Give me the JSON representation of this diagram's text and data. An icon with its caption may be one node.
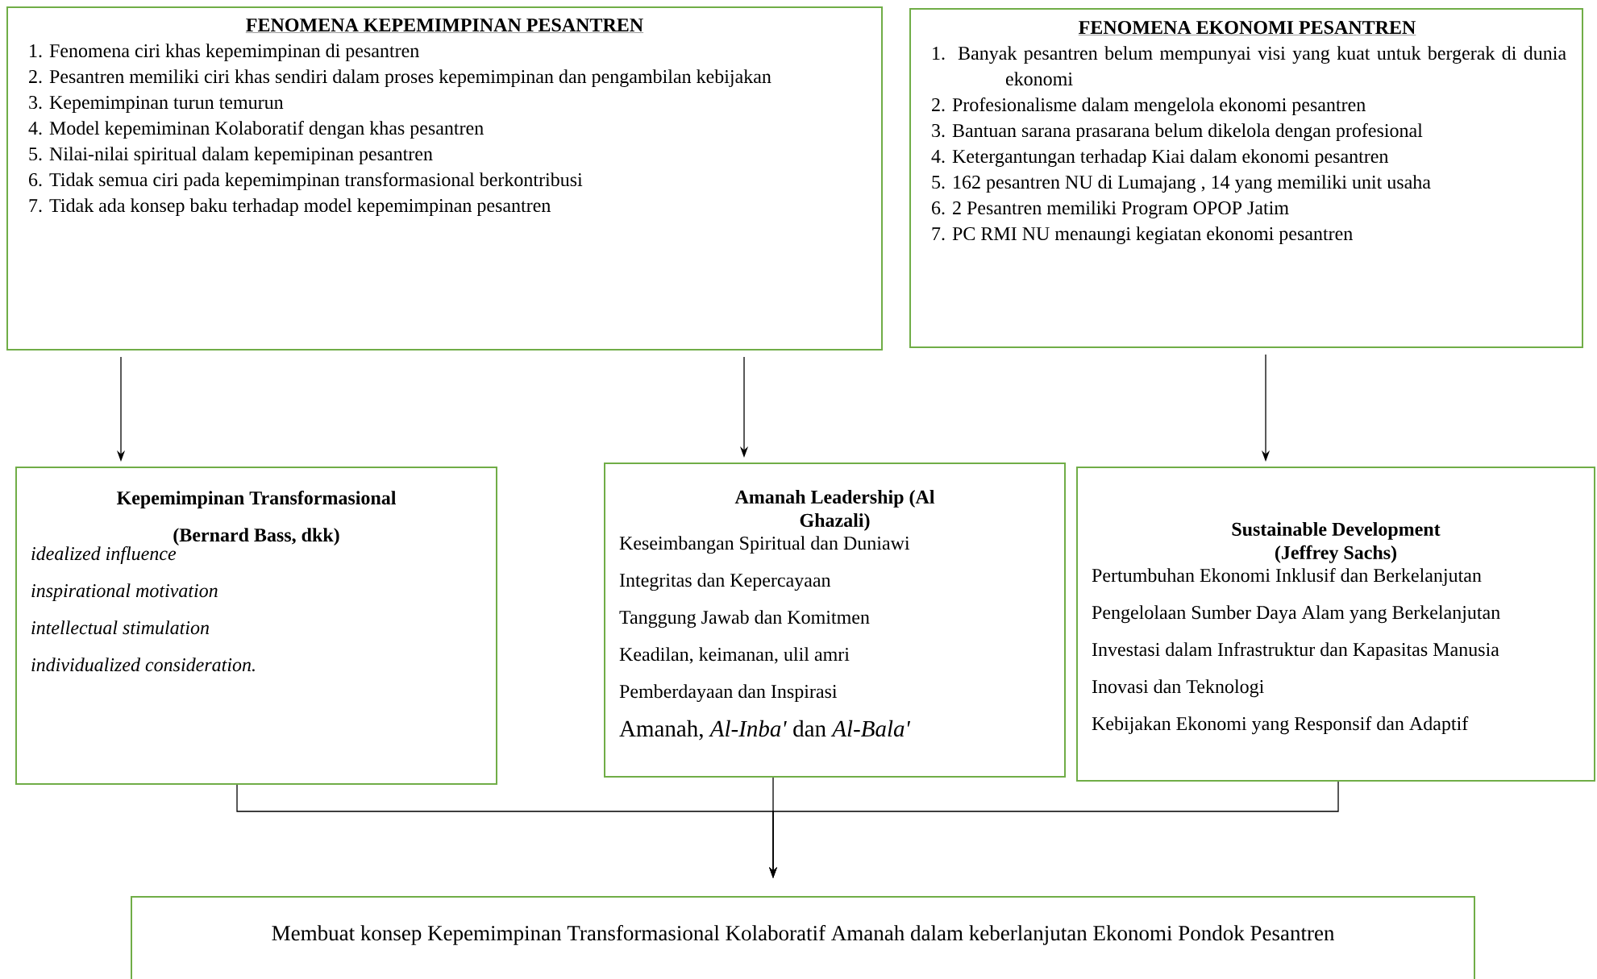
{
  "diagram": {
    "nodes": [
      {
        "text": [
          "FENOMENA KEPEMIMPINAN PESANTREN",
          "1. Fenomena ciri khas kepemimpinan di pesantren",
          "2. Pesantren memiliki ciri khas sendiri dalam proses kepemimpinan dan pengambilan kebijakan",
          "3. Kepemimpinan turun temurun",
          "4. Model kepemiminan Kolaboratif dengan khas pesantren",
          "5. Nilai-nilai spiritual dalam kepemipinan pesantren",
          "6. Tidak semua ciri pada kepemimpinan transformasional berkontribusi",
          "7. Tidak ada konsep baku terhadap model kepemimpinan pesantren"
        ]
      },
      {
        "text": [
          "FENOMENA EKONOMI PESANTREN",
          "1. Banyak pesantren belum mempunyai visi yang kuat untuk bergerak di dunia ekonomi",
          "2. Profesionalisme dalam mengelola ekonomi pesantren",
          "3. Bantuan sarana prasarana belum dikelola dengan profesional",
          "4. Ketergantungan terhadap Kiai dalam ekonomi pesantren",
          "5. 162 pesantren NU di Lumajang , 14 yang memiliki unit usaha",
          "6. 2 Pesantren memiliki Program OPOP Jatim",
          "7. PC RMI NU menaungi kegiatan ekonomi pesantren"
        ]
      },
      {
        "text": [
          "Kepemimpinan Transformasional (Bernard Bass, dkk)",
          "idealized influence",
          "inspirational motivation",
          "intellectual stimulation",
          "individualized consideration."
        ]
      },
      {
        "text": [
          "Amanah Leadership (Al Ghazali)",
          "Keseimbangan Spiritual dan Duniawi",
          "Integritas dan Kepercayaan",
          "Tanggung Jawab dan Komitmen",
          "Keadilan, keimanan, ulil amri",
          "Pemberdayaan dan Inspirasi",
          "Amanah, *Al-Inba'* dan *Al-Bala'*"
        ]
      },
      {
        "text": [
          "Sustainable Development (Jeffrey Sachs)",
          "Pertumbuhan Ekonomi Inklusif dan Berkelanjutan",
          "Pengelolaan Sumber Daya Alam yang Berkelanjutan",
          "Investasi dalam Infrastruktur dan Kapasitas Manusia",
          "Inovasi dan Teknologi",
          "Kebijakan Ekonomi yang Responsif dan Adaptif"
        ]
      },
      {
        "text": [
          "Membuat konsep Kepemimpinan Transformasional Kolaboratif Amanah dalam keberlanjutan Ekonomi Pondok Pesantren"
        ]
      }
    ],
    "edges": [
      {
        "from": 0,
        "to": 2,
        "arrow": "to"
      },
      {
        "from": 0,
        "to": 3,
        "arrow": "to"
      },
      {
        "from": 1,
        "to": 4,
        "arrow": "to"
      },
      {
        "from": 2,
        "to": 5,
        "arrow": "to"
      },
      {
        "from": 3,
        "to": 5,
        "arrow": "to"
      },
      {
        "from": 4,
        "to": 5,
        "arrow": "to"
      }
    ]
  }
}
